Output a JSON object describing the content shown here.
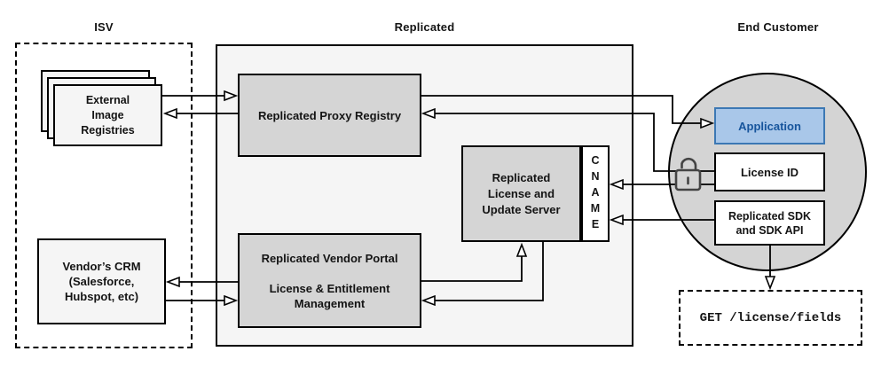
{
  "lanes": {
    "isv": {
      "title": "ISV"
    },
    "replicated": {
      "title": "Replicated"
    },
    "end_customer": {
      "title": "End Customer"
    }
  },
  "nodes": {
    "external_image_registries": {
      "label": "External\nImage\nRegistries"
    },
    "vendors_crm": {
      "label": "Vendor’s CRM\n(Salesforce,\nHubspot, etc)"
    },
    "replicated_proxy_registry": {
      "label": "Replicated Proxy Registry"
    },
    "replicated_license_update_server": {
      "label": "Replicated\nLicense and\nUpdate Server"
    },
    "cname": {
      "label": "CNAME"
    },
    "replicated_vendor_portal": {
      "label": "Replicated Vendor Portal\n\nLicense & Entitlement\nManagement"
    },
    "application": {
      "label": "Application"
    },
    "license_id": {
      "label": "License ID"
    },
    "replicated_sdk": {
      "label": "Replicated SDK\nand SDK API"
    },
    "get_license_fields": {
      "label": "GET /license/fields"
    }
  },
  "icons": {
    "lock": "open-padlock-icon"
  },
  "colors": {
    "lane_fill": "#f5f5f5",
    "node_gray_fill": "#d5d5d5",
    "light_node_fill": "#f5f5f5",
    "circle_fill": "#d4d4d4",
    "application_fill": "#a9c7e9",
    "application_border": "#3c78b4",
    "application_text": "#17559c",
    "line": "#000000"
  }
}
